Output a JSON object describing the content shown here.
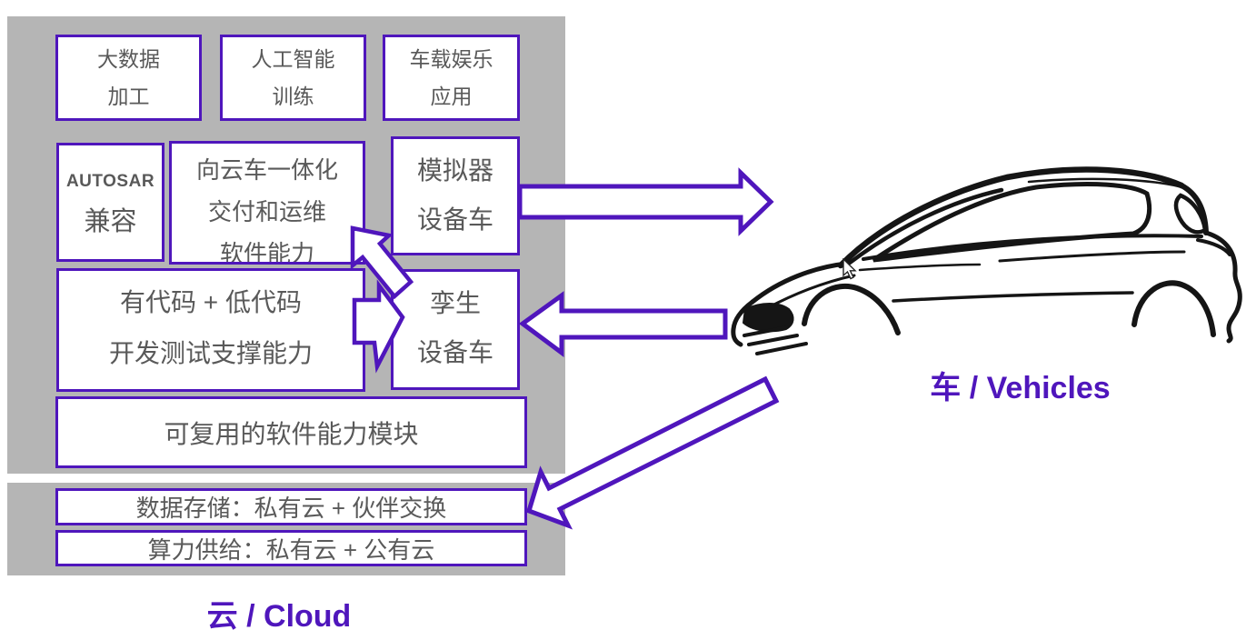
{
  "colors": {
    "accent_purple": "#4F16BC",
    "panel_gray": "#B5B5B5",
    "box_text_gray": "#595959",
    "car_ink": "#151515",
    "box_bg": "#FFFFFF"
  },
  "cloud_platform": {
    "capability_boxes": {
      "big_data": {
        "line1": "大数据",
        "line2": "加工"
      },
      "ai_training": {
        "line1": "人工智能",
        "line2": "训练"
      },
      "ivi_apps": {
        "line1": "车载娱乐",
        "line2": "应用"
      },
      "autosar": {
        "line1": "AUTOSAR",
        "line2": "兼容"
      },
      "delivery": {
        "line1": "向云车一体化",
        "line2": "交付和运维",
        "line3": "软件能力"
      },
      "simulator": {
        "line1": "模拟器",
        "line2": "设备车"
      },
      "dev_support": {
        "line1": "有代码 + 低代码",
        "line2": "开发测试支撑能力"
      },
      "twin": {
        "line1": "孪生",
        "line2": "设备车"
      },
      "reusable": {
        "label": "可复用的软件能力模块"
      }
    },
    "infra_boxes": {
      "storage": {
        "label": "数据存储：私有云 + 伙伴交换"
      },
      "compute": {
        "label": "算力供给：私有云 + 公有云"
      }
    }
  },
  "labels": {
    "cloud": "云 / Cloud",
    "vehicles": "车 / Vehicles"
  },
  "icons": {
    "car": "car-sketch",
    "cursor": "mouse-pointer",
    "arrow_simulator_to_vehicle": "arrow-right",
    "arrow_vehicle_to_twin": "arrow-left",
    "arrow_vehicle_to_storage": "arrow-down-left",
    "arrow_dev_to_delivery": "arrow-up-left",
    "arrow_dev_to_twin": "arrow-right-small"
  }
}
